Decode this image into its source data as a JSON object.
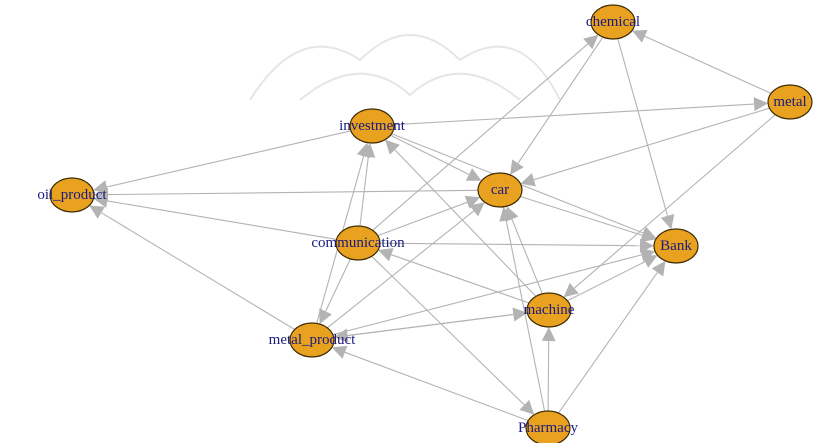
{
  "nodes": [
    {
      "id": "chemical",
      "label": "chemical"
    },
    {
      "id": "metal",
      "label": "metal"
    },
    {
      "id": "investment",
      "label": "investment"
    },
    {
      "id": "oil_product",
      "label": "oil_product"
    },
    {
      "id": "car",
      "label": "car"
    },
    {
      "id": "communication",
      "label": "communication"
    },
    {
      "id": "Bank",
      "label": "Bank"
    },
    {
      "id": "machine",
      "label": "machine"
    },
    {
      "id": "metal_product",
      "label": "metal_product"
    },
    {
      "id": "Pharmacy",
      "label": "Pharmacy"
    }
  ],
  "edges": [
    [
      "metal",
      "chemical"
    ],
    [
      "metal",
      "car"
    ],
    [
      "metal",
      "machine"
    ],
    [
      "investment",
      "metal"
    ],
    [
      "investment",
      "oil_product"
    ],
    [
      "investment",
      "car"
    ],
    [
      "investment",
      "Bank"
    ],
    [
      "chemical",
      "car"
    ],
    [
      "chemical",
      "Bank"
    ],
    [
      "car",
      "oil_product"
    ],
    [
      "car",
      "Bank"
    ],
    [
      "communication",
      "chemical"
    ],
    [
      "communication",
      "investment"
    ],
    [
      "communication",
      "car"
    ],
    [
      "communication",
      "oil_product"
    ],
    [
      "communication",
      "Bank"
    ],
    [
      "communication",
      "metal_product"
    ],
    [
      "communication",
      "Pharmacy"
    ],
    [
      "machine",
      "communication"
    ],
    [
      "machine",
      "investment"
    ],
    [
      "machine",
      "car"
    ],
    [
      "machine",
      "Bank"
    ],
    [
      "machine",
      "metal_product"
    ],
    [
      "metal_product",
      "investment"
    ],
    [
      "metal_product",
      "oil_product"
    ],
    [
      "metal_product",
      "car"
    ],
    [
      "metal_product",
      "machine"
    ],
    [
      "metal_product",
      "Bank"
    ],
    [
      "Pharmacy",
      "metal_product"
    ],
    [
      "Pharmacy",
      "machine"
    ],
    [
      "Pharmacy",
      "car"
    ],
    [
      "Pharmacy",
      "Bank"
    ]
  ],
  "colors": {
    "node_fill": "#e8a21f",
    "node_stroke": "#3b2a00",
    "label": "#1a1a80",
    "edge": "#b3b3b3"
  }
}
